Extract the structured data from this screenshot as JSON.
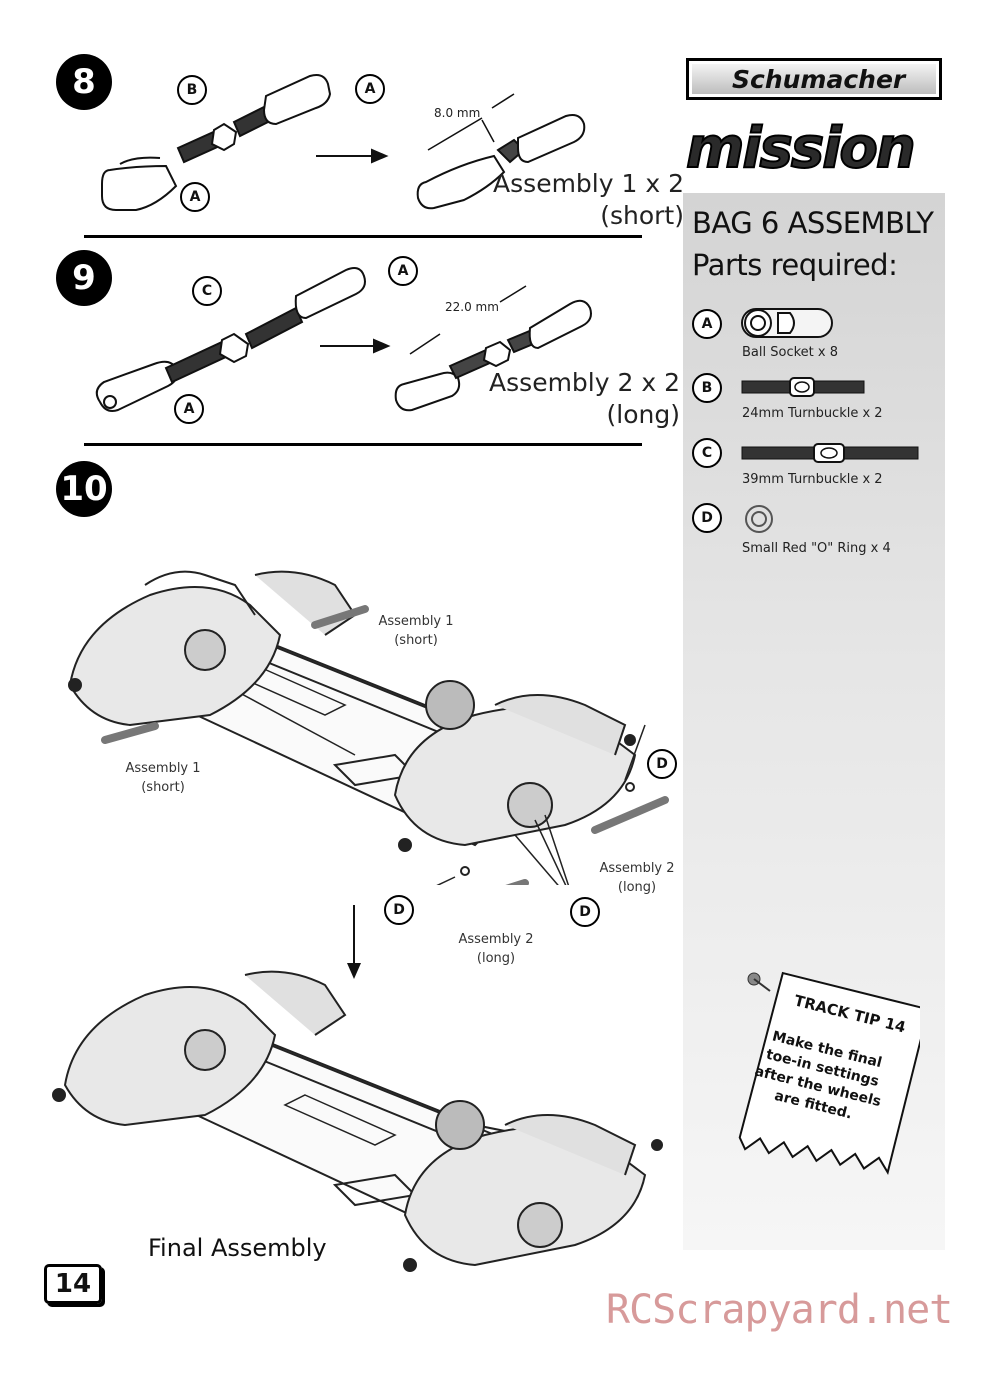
{
  "page": {
    "number": "14",
    "watermark": "RCScrapyard.net"
  },
  "brand": {
    "name": "Schumacher",
    "model": "mission"
  },
  "steps": [
    {
      "number": "8",
      "assembly_label": "Assembly 1 x 2",
      "assembly_sub": "(short)",
      "dimension": "8.0 mm"
    },
    {
      "number": "9",
      "assembly_label": "Assembly 2 x 2",
      "assembly_sub": "(long)",
      "dimension": "22.0 mm"
    },
    {
      "number": "10"
    }
  ],
  "callouts": {
    "a": "A",
    "b": "B",
    "c": "C",
    "d": "D"
  },
  "step10_labels": {
    "asm1_top": "Assembly 1",
    "asm1_top_sub": "(short)",
    "asm1_left": "Assembly 1",
    "asm1_left_sub": "(short)",
    "asm2_right": "Assembly 2",
    "asm2_right_sub": "(long)",
    "asm2_bottom": "Assembly 2",
    "asm2_bottom_sub": "(long)",
    "final": "Final Assembly"
  },
  "parts_panel": {
    "title_line1": "BAG 6 ASSEMBLY",
    "title_line2": "Parts required:",
    "parts": [
      {
        "letter": "A",
        "label": "Ball Socket x 8"
      },
      {
        "letter": "B",
        "label": "24mm Turnbuckle x 2"
      },
      {
        "letter": "C",
        "label": "39mm Turnbuckle x 2"
      },
      {
        "letter": "D",
        "label": "Small Red \"O\" Ring x 4"
      }
    ]
  },
  "track_tip": {
    "title": "TRACK TIP 14",
    "line1": "Make the final",
    "line2": "toe-in settings",
    "line3": "after the wheels",
    "line4": "are fitted."
  }
}
